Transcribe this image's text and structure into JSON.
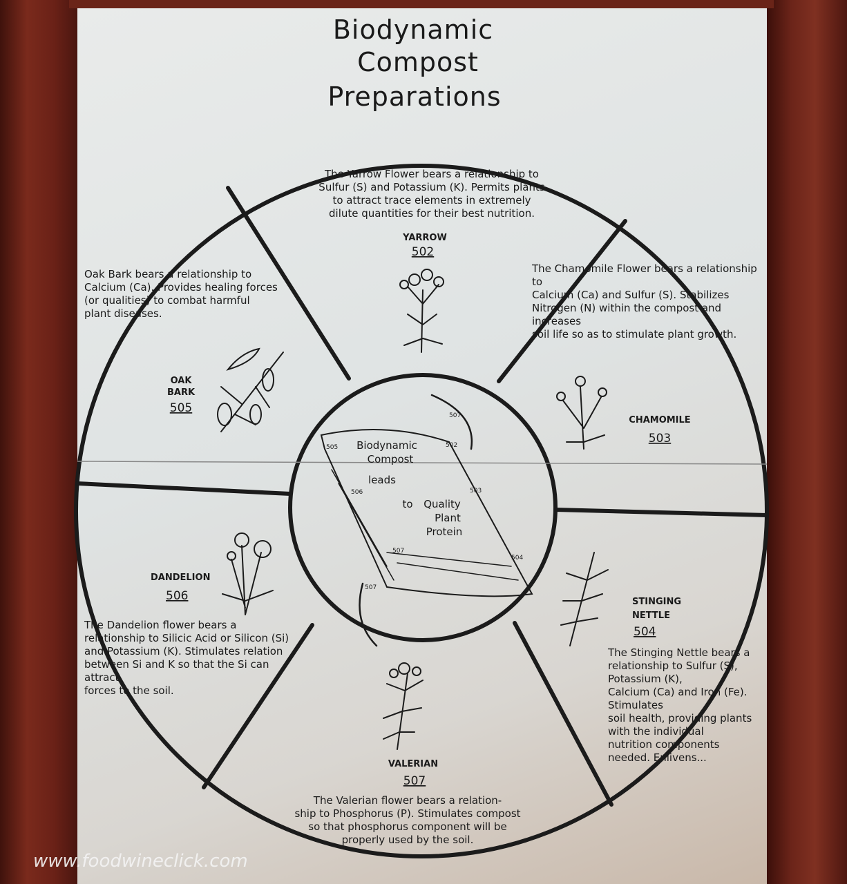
{
  "title": {
    "line1": "Biodynamic",
    "line2": "Compost",
    "line3": "Preparations"
  },
  "center": {
    "line1": "Biodynamic",
    "line2": "Compost",
    "line3": "leads",
    "line4": "to",
    "line5": "Quality",
    "line6": "Plant",
    "line7": "Protein",
    "markers": [
      "502",
      "503",
      "504",
      "505",
      "506",
      "507",
      "507",
      "507"
    ]
  },
  "sections": {
    "yarrow": {
      "name": "YARROW",
      "number": "502",
      "lines": [
        "The Yarrow Flower bears a relationship to",
        "Sulfur (S) and Potassium (K). Permits plants",
        "to attract trace elements in extremely",
        "dilute quantities for their best nutrition."
      ]
    },
    "chamomile": {
      "name": "CHAMOMILE",
      "number": "503",
      "lines": [
        "The Chamomile Flower bears a relationship to",
        "Calcium (Ca) and Sulfur (S). Stabilizes",
        "Nitrogen (N) within the compost and increases",
        "soil life so as to stimulate plant growth."
      ]
    },
    "nettle": {
      "name1": "STINGING",
      "name2": "NETTLE",
      "number": "504",
      "lines": [
        "The Stinging Nettle bears a",
        "relationship to Sulfur (S), Potassium (K),",
        "Calcium (Ca) and Iron (Fe). Stimulates",
        "soil health, providing plants with the individual",
        "nutrition components needed. Enlivens..."
      ]
    },
    "valerian": {
      "name": "VALERIAN",
      "number": "507",
      "lines": [
        "The Valerian flower bears a relation-",
        "ship to Phosphorus (P). Stimulates compost",
        "so that phosphorus component will be",
        "properly used by the soil."
      ]
    },
    "dandelion": {
      "name": "DANDELION",
      "number": "506",
      "lines": [
        "The Dandelion flower bears a",
        "relationship to Silicic Acid or Silicon (Si)",
        "and Potassium (K). Stimulates relation",
        "between Si and K so that the Si can attract",
        "forces to the soil."
      ]
    },
    "oak": {
      "name1": "OAK",
      "name2": "BARK",
      "number": "505",
      "lines": [
        "Oak Bark bears a relationship to",
        "Calcium (Ca). Provides healing forces",
        "(or qualities) to combat harmful",
        "plant diseases."
      ]
    }
  },
  "watermark": "www.foodwineclick.com"
}
